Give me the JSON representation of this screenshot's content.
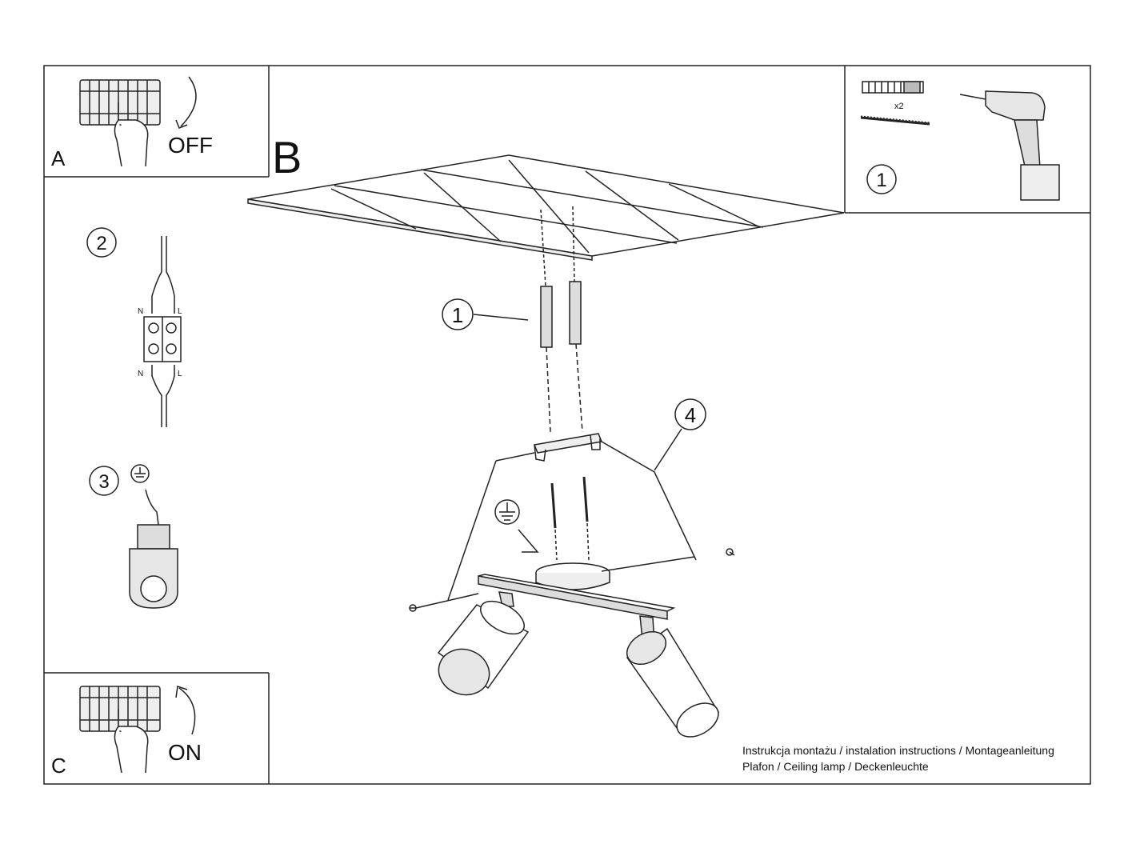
{
  "panels": {
    "a": {
      "letter": "A",
      "action": "OFF"
    },
    "b": {
      "letter": "B"
    },
    "c": {
      "letter": "C",
      "action": "ON"
    }
  },
  "steps": {
    "tools": {
      "number": "1",
      "anchor_qty": "x2"
    },
    "wiring": {
      "number": "2",
      "left_terminal": "N",
      "right_terminal": "L"
    },
    "ground": {
      "number": "3"
    },
    "anchors": {
      "number": "1"
    },
    "lamp": {
      "number": "4"
    }
  },
  "footer": {
    "line1": "Instrukcja montażu / instalation instructions / Montageanleitung",
    "line2": "Plafon / Ceiling lamp / Deckenleuchte"
  }
}
